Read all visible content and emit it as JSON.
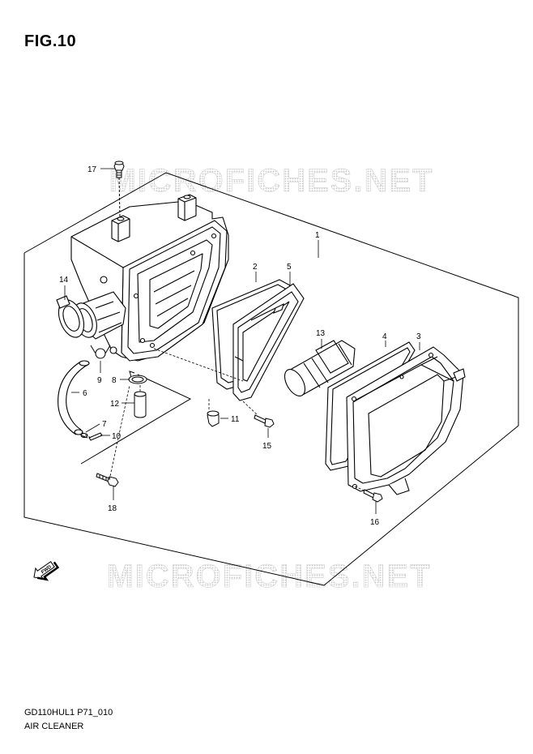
{
  "figure_title": "FIG.10",
  "watermark": "MICROFICHES.NET",
  "callouts": [
    "1",
    "2",
    "3",
    "4",
    "5",
    "6",
    "7",
    "8",
    "9",
    "10",
    "11",
    "12",
    "13",
    "14",
    "15",
    "16",
    "17",
    "18"
  ],
  "fwd_label": "FWD",
  "footer": {
    "code": "GD110HUL1 P71_010",
    "caption": "AIR CLEANER"
  }
}
